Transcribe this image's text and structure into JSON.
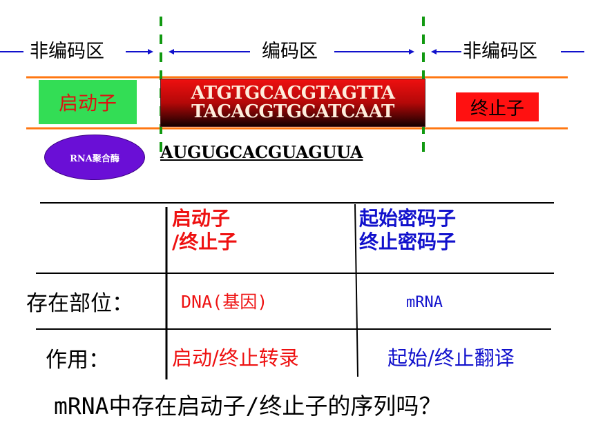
{
  "regions": {
    "left": "非编码区",
    "middle": "编码区",
    "right": "非编码区"
  },
  "gene_parts": {
    "promoter": "启动子",
    "terminator": "终止子",
    "polymerase": "RNA聚合酶"
  },
  "dna": {
    "top_strand": "ATGTGCACGTAGTTA",
    "bottom_strand": "TACACGTGCATCAAT"
  },
  "mrna": {
    "sequence": "AUGUGCACGUAGUUA"
  },
  "table": {
    "header_dna": [
      "启动子",
      "/终止子"
    ],
    "header_mrna": [
      "起始密码子",
      "终止密码子"
    ],
    "rows": [
      {
        "label": "存在部位：",
        "dna": "DNA(基因)",
        "mrna": "mRNA"
      },
      {
        "label": "作用：",
        "dna": "启动/终止转录",
        "mrna": "起始/终止翻译"
      }
    ]
  },
  "question": "mRNA中存在启动子/终止子的序列吗？",
  "colors": {
    "promoter_bg": "#33dd55",
    "terminator_bg": "#ff1111",
    "dna_bg": "#cc1010",
    "polymerase_bg": "#6a0fd6",
    "boundary_green": "#119911",
    "strand_orange": "#ff7711",
    "arrow_blue": "#1111cc",
    "text_red": "#ee1111",
    "text_blue": "#1111cc"
  }
}
